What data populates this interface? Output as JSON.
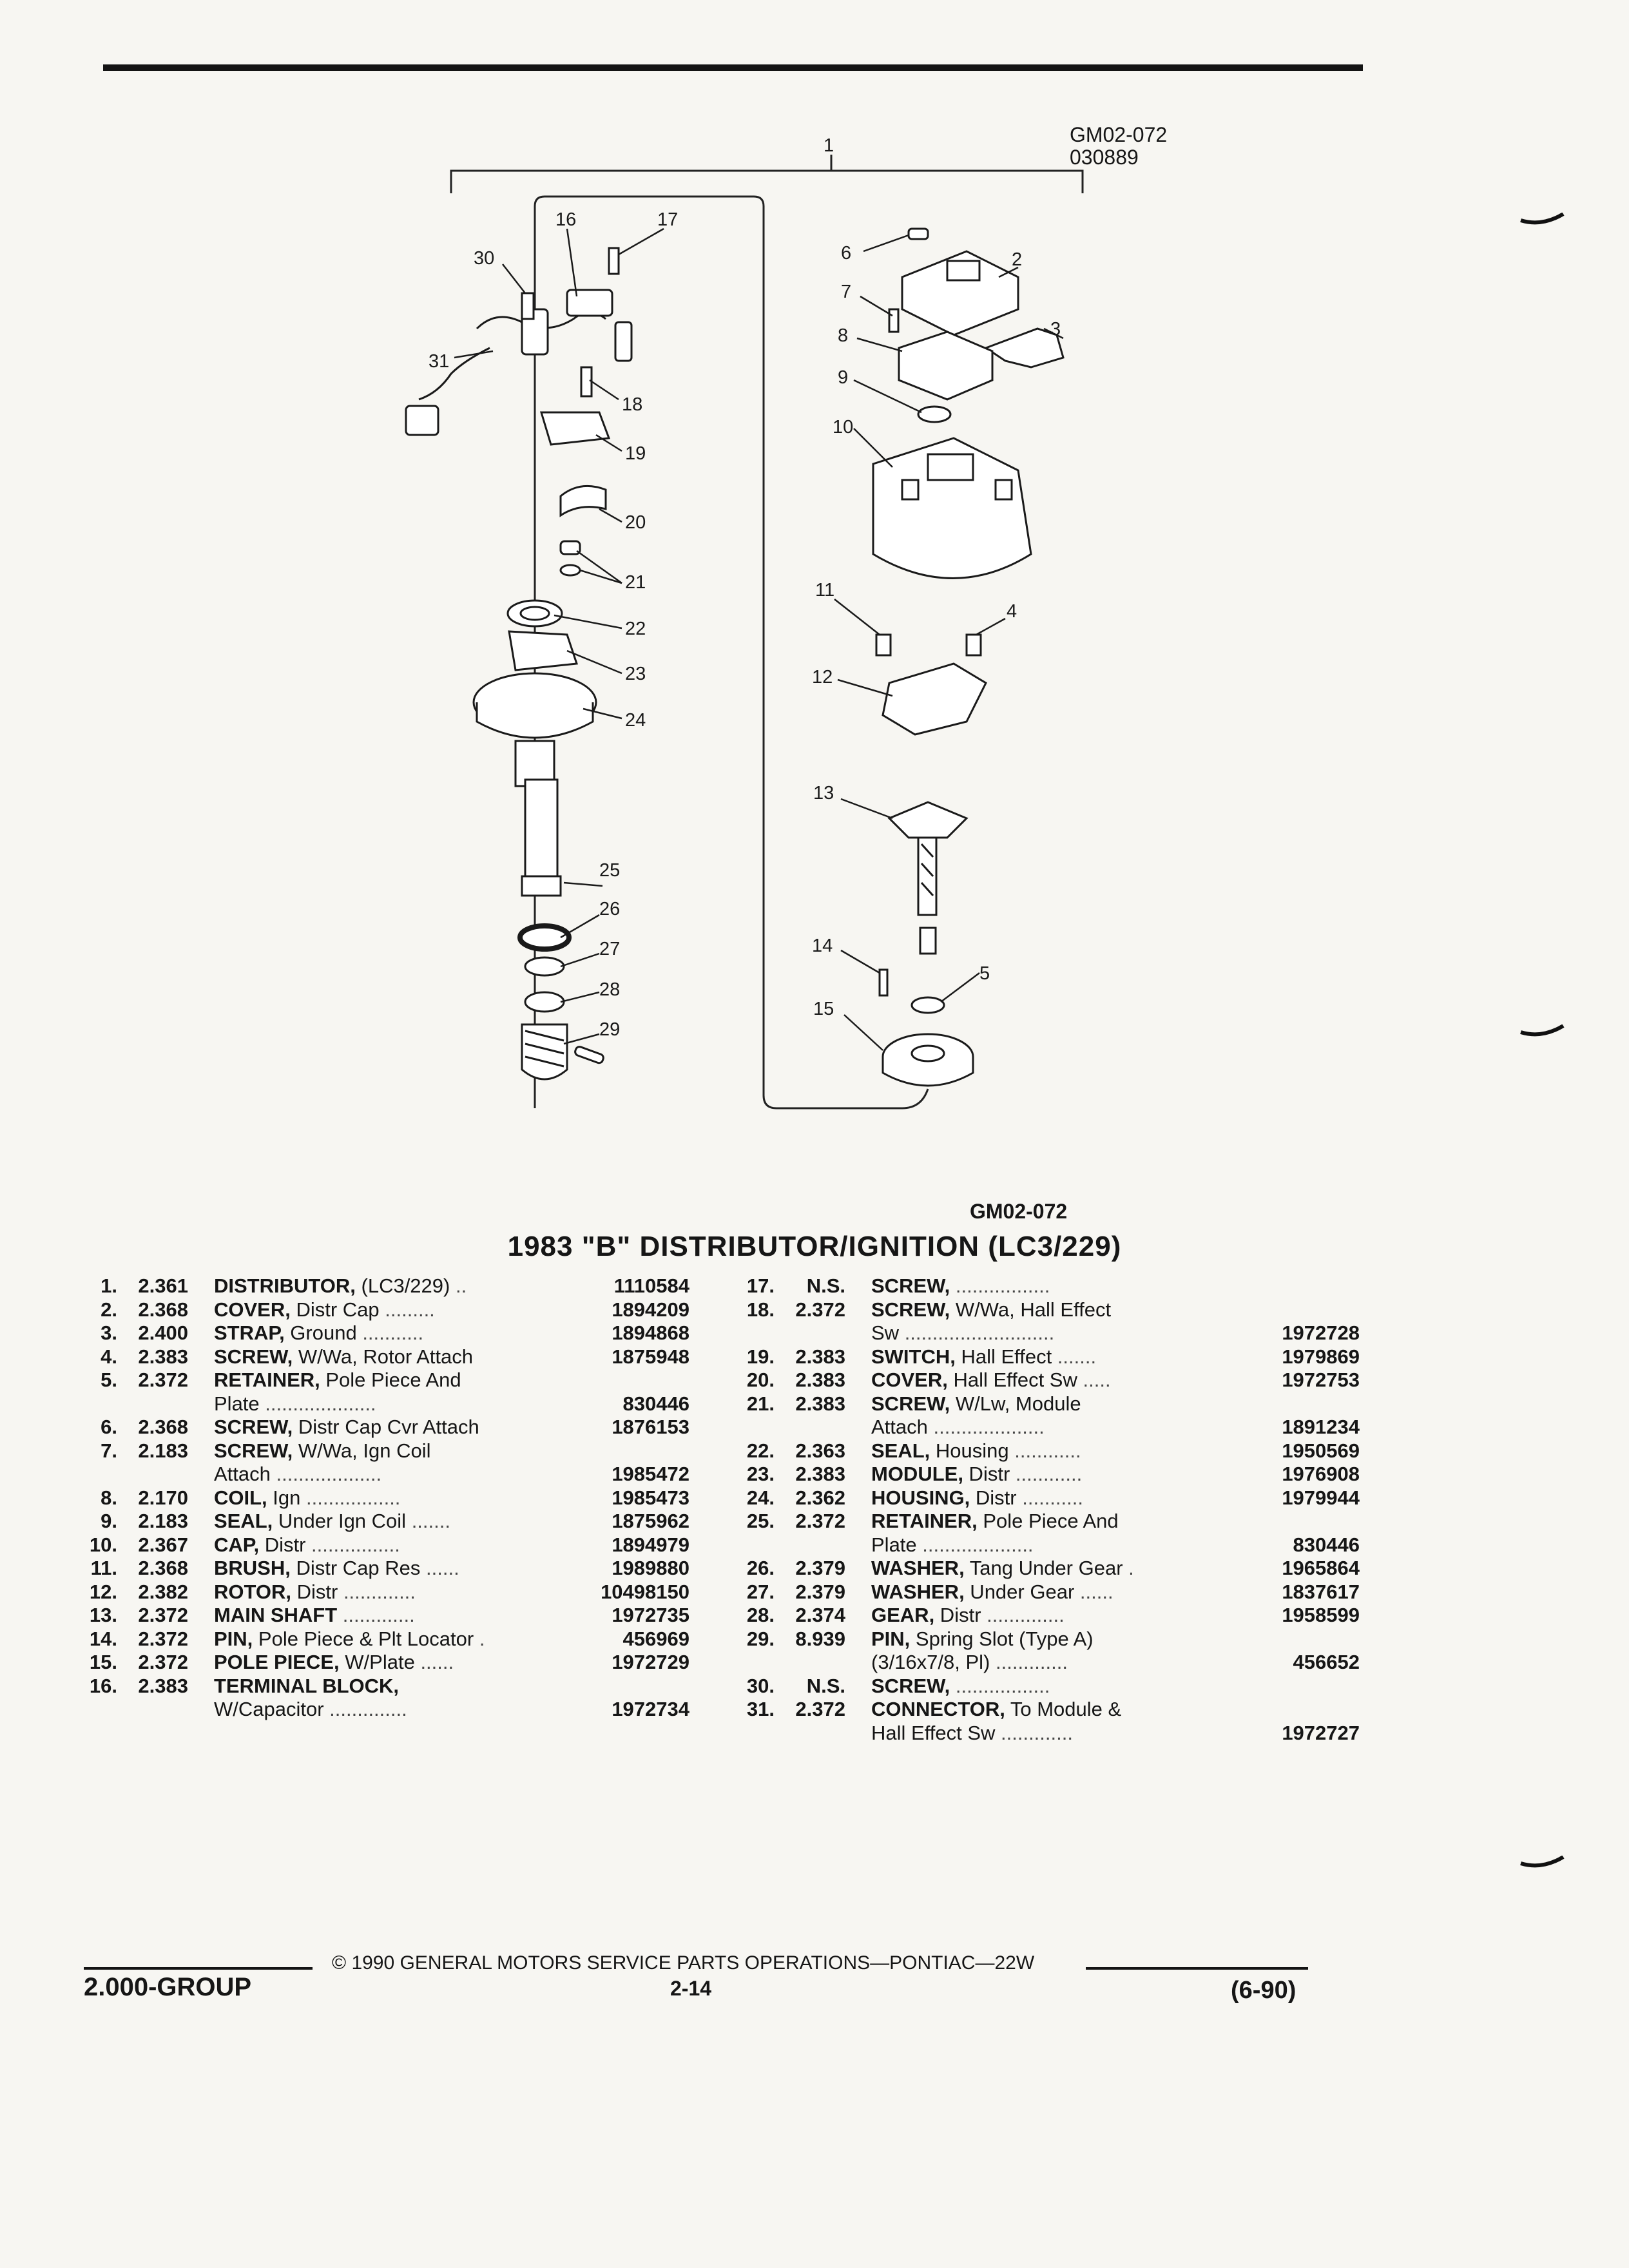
{
  "figure": {
    "code_top": "GM02-072",
    "date_code": "030889",
    "code_bottom": "GM02-072",
    "callouts": [
      "1",
      "2",
      "3",
      "4",
      "5",
      "6",
      "7",
      "8",
      "9",
      "10",
      "11",
      "12",
      "13",
      "14",
      "15",
      "16",
      "17",
      "18",
      "19",
      "20",
      "21",
      "22",
      "23",
      "24",
      "25",
      "26",
      "27",
      "28",
      "29",
      "30",
      "31"
    ]
  },
  "title": "1983 \"B\" DISTRIBUTOR/IGNITION (LC3/229)",
  "left_parts": [
    {
      "idx": "1.",
      "grp": "2.361",
      "name": "DISTRIBUTOR,",
      "rest": " (LC3/229)",
      "dots": " ..",
      "pn": "1110584"
    },
    {
      "idx": "2.",
      "grp": "2.368",
      "name": "COVER,",
      "rest": " Distr Cap",
      "dots": " .........",
      "pn": "1894209"
    },
    {
      "idx": "3.",
      "grp": "2.400",
      "name": "STRAP,",
      "rest": " Ground",
      "dots": " ...........",
      "pn": "1894868"
    },
    {
      "idx": "4.",
      "grp": "2.383",
      "name": "SCREW,",
      "rest": " W/Wa, Rotor Attach",
      "dots": "",
      "pn": "1875948"
    },
    {
      "idx": "5.",
      "grp": "2.372",
      "name": "RETAINER,",
      "rest": " Pole Piece And",
      "dots": "",
      "pn": ""
    },
    {
      "idx": "",
      "grp": "",
      "name": "",
      "rest": "Plate",
      "dots": " ....................",
      "pn": "830446",
      "cont": true
    },
    {
      "idx": "6.",
      "grp": "2.368",
      "name": "SCREW,",
      "rest": " Distr Cap Cvr Attach",
      "dots": "",
      "pn": "1876153"
    },
    {
      "idx": "7.",
      "grp": "2.183",
      "name": "SCREW,",
      "rest": " W/Wa, Ign Coil",
      "dots": "",
      "pn": ""
    },
    {
      "idx": "",
      "grp": "",
      "name": "",
      "rest": "Attach",
      "dots": " ...................",
      "pn": "1985472",
      "cont": true
    },
    {
      "idx": "8.",
      "grp": "2.170",
      "name": "COIL,",
      "rest": " Ign",
      "dots": " .................",
      "pn": "1985473"
    },
    {
      "idx": "9.",
      "grp": "2.183",
      "name": "SEAL,",
      "rest": " Under Ign Coil",
      "dots": " .......",
      "pn": "1875962"
    },
    {
      "idx": "10.",
      "grp": "2.367",
      "name": "CAP,",
      "rest": " Distr",
      "dots": " ................",
      "pn": "1894979"
    },
    {
      "idx": "11.",
      "grp": "2.368",
      "name": "BRUSH,",
      "rest": " Distr Cap Res",
      "dots": " ......",
      "pn": "1989880"
    },
    {
      "idx": "12.",
      "grp": "2.382",
      "name": "ROTOR,",
      "rest": " Distr",
      "dots": " .............",
      "pn": "10498150"
    },
    {
      "idx": "13.",
      "grp": "2.372",
      "name": "MAIN SHAFT",
      "rest": "",
      "dots": " .............",
      "pn": "1972735"
    },
    {
      "idx": "14.",
      "grp": "2.372",
      "name": "PIN,",
      "rest": " Pole Piece & Plt Locator",
      "dots": " .",
      "pn": "456969"
    },
    {
      "idx": "15.",
      "grp": "2.372",
      "name": "POLE PIECE,",
      "rest": " W/Plate",
      "dots": " ......",
      "pn": "1972729"
    },
    {
      "idx": "16.",
      "grp": "2.383",
      "name": "TERMINAL BLOCK,",
      "rest": "",
      "dots": "",
      "pn": ""
    },
    {
      "idx": "",
      "grp": "",
      "name": "",
      "rest": "W/Capacitor",
      "dots": " ..............",
      "pn": "1972734",
      "cont": true
    }
  ],
  "right_parts": [
    {
      "idx": "17.",
      "grp": "N.S.",
      "name": "SCREW,",
      "rest": "",
      "dots": " .................",
      "pn": ""
    },
    {
      "idx": "18.",
      "grp": "2.372",
      "name": "SCREW,",
      "rest": " W/Wa, Hall Effect",
      "dots": "",
      "pn": ""
    },
    {
      "idx": "",
      "grp": "",
      "name": "",
      "rest": "Sw",
      "dots": " ...........................",
      "pn": "1972728",
      "cont": true
    },
    {
      "idx": "19.",
      "grp": "2.383",
      "name": "SWITCH,",
      "rest": " Hall Effect",
      "dots": " .......",
      "pn": "1979869"
    },
    {
      "idx": "20.",
      "grp": "2.383",
      "name": "COVER,",
      "rest": " Hall Effect Sw",
      "dots": " .....",
      "pn": "1972753"
    },
    {
      "idx": "21.",
      "grp": "2.383",
      "name": "SCREW,",
      "rest": " W/Lw, Module",
      "dots": "",
      "pn": ""
    },
    {
      "idx": "",
      "grp": "",
      "name": "",
      "rest": "Attach",
      "dots": " ....................",
      "pn": "1891234",
      "cont": true
    },
    {
      "idx": "22.",
      "grp": "2.363",
      "name": "SEAL,",
      "rest": " Housing",
      "dots": " ............",
      "pn": "1950569"
    },
    {
      "idx": "23.",
      "grp": "2.383",
      "name": "MODULE,",
      "rest": " Distr",
      "dots": " ............",
      "pn": "1976908"
    },
    {
      "idx": "24.",
      "grp": "2.362",
      "name": "HOUSING,",
      "rest": " Distr",
      "dots": " ...........",
      "pn": "1979944"
    },
    {
      "idx": "25.",
      "grp": "2.372",
      "name": "RETAINER,",
      "rest": " Pole Piece And",
      "dots": "",
      "pn": ""
    },
    {
      "idx": "",
      "grp": "",
      "name": "",
      "rest": "Plate",
      "dots": " ....................",
      "pn": "830446",
      "cont": true
    },
    {
      "idx": "26.",
      "grp": "2.379",
      "name": "WASHER,",
      "rest": " Tang Under Gear",
      "dots": " .",
      "pn": "1965864"
    },
    {
      "idx": "27.",
      "grp": "2.379",
      "name": "WASHER,",
      "rest": " Under Gear",
      "dots": " ......",
      "pn": "1837617"
    },
    {
      "idx": "28.",
      "grp": "2.374",
      "name": "GEAR,",
      "rest": " Distr",
      "dots": " ..............",
      "pn": "1958599"
    },
    {
      "idx": "29.",
      "grp": "8.939",
      "name": "PIN,",
      "rest": " Spring Slot (Type A)",
      "dots": "",
      "pn": ""
    },
    {
      "idx": "",
      "grp": "",
      "name": "",
      "rest": "(3/16x7/8, Pl)",
      "dots": " .............",
      "pn": "456652",
      "cont": true
    },
    {
      "idx": "30.",
      "grp": "N.S.",
      "name": "SCREW,",
      "rest": "",
      "dots": " .................",
      "pn": ""
    },
    {
      "idx": "31.",
      "grp": "2.372",
      "name": "CONNECTOR,",
      "rest": " To Module &",
      "dots": "",
      "pn": ""
    },
    {
      "idx": "",
      "grp": "",
      "name": "",
      "rest": "Hall Effect Sw",
      "dots": " .............",
      "pn": "1972727",
      "cont": true
    }
  ],
  "footer": {
    "copyright": "© 1990 GENERAL MOTORS SERVICE PARTS OPERATIONS—PONTIAC—22W",
    "group": "2.000-GROUP",
    "page": "2-14",
    "date": "(6-90)"
  }
}
